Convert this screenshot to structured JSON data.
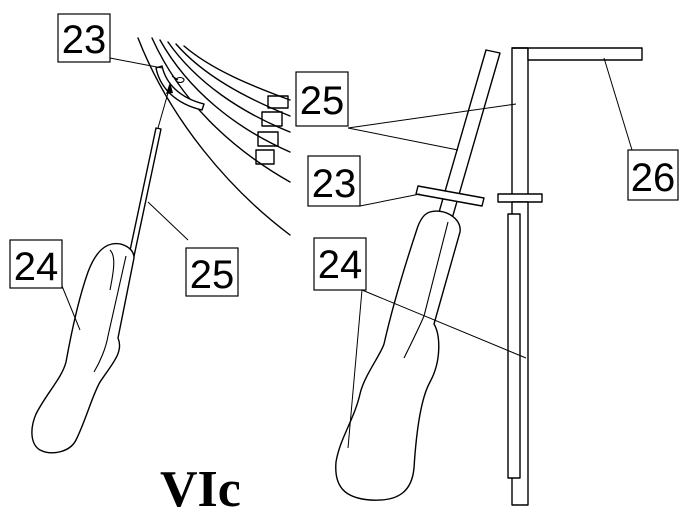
{
  "figure": {
    "caption": "VIc"
  },
  "labels": {
    "left_23": "23",
    "left_24": "24",
    "left_25": "25",
    "right_25": "25",
    "right_23": "23",
    "right_24": "24",
    "right_26": "26"
  }
}
